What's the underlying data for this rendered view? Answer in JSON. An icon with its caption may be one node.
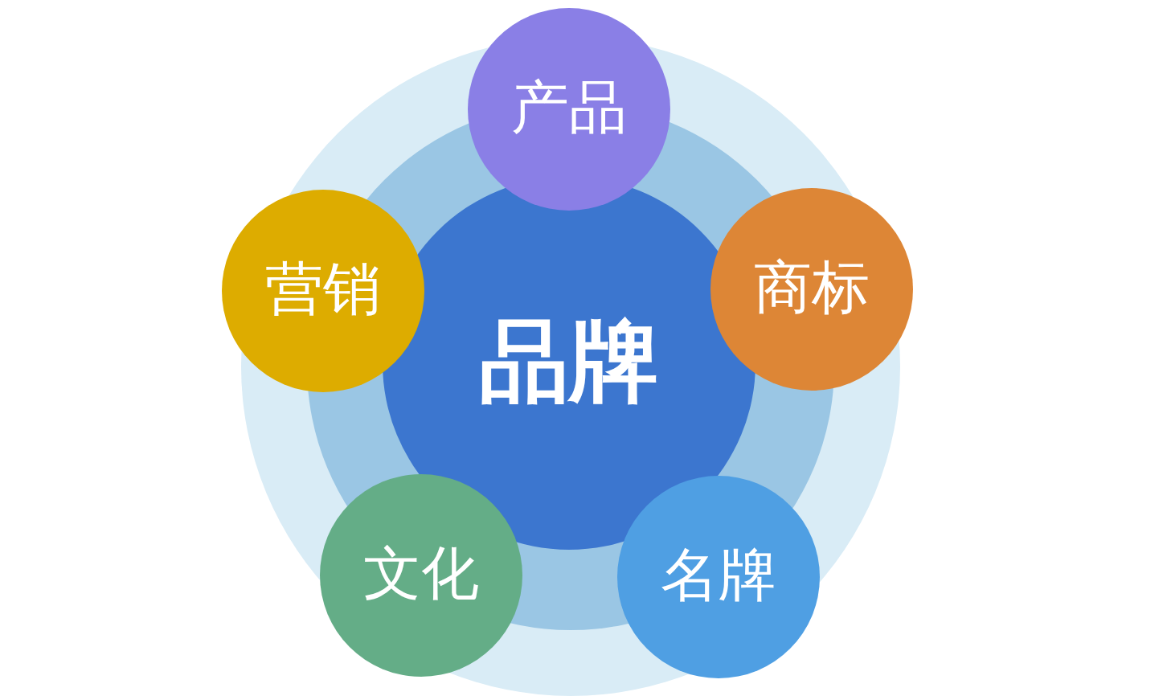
{
  "diagram": {
    "nodes": [
      {
        "text": [
          "品牌"
        ]
      },
      {
        "text": [
          "产品"
        ]
      },
      {
        "text": [
          "商标"
        ]
      },
      {
        "text": [
          "名牌"
        ]
      },
      {
        "text": [
          "文化"
        ]
      },
      {
        "text": [
          "营销"
        ]
      }
    ]
  }
}
